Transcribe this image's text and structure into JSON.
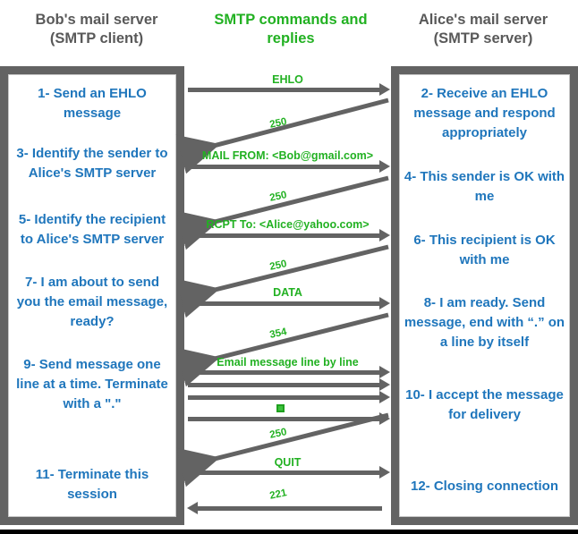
{
  "headers": {
    "left": "Bob's mail server\n(SMTP client)",
    "left_line1": "Bob's mail server",
    "left_line2": "(SMTP client)",
    "middle_line1": "SMTP commands and",
    "middle_line2": "replies",
    "right_line1": "Alice's mail server",
    "right_line2": "(SMTP server)"
  },
  "colors": {
    "green": "#22b122",
    "blue": "#1f76bc",
    "gray": "#636363",
    "header_gray": "#595959"
  },
  "left_steps": [
    {
      "id": "step-1",
      "text": "1- Send an EHLO message"
    },
    {
      "id": "step-3",
      "text": "3- Identify the sender to Alice's SMTP server"
    },
    {
      "id": "step-5",
      "text": "5- Identify the recipient to Alice's SMTP server"
    },
    {
      "id": "step-7",
      "text": "7- I am about to send you the email message, ready?"
    },
    {
      "id": "step-9",
      "text": "9- Send message one line at a time. Terminate with a \".\""
    },
    {
      "id": "step-11",
      "text": "11- Terminate this session"
    }
  ],
  "right_steps": [
    {
      "id": "step-2",
      "text": "2- Receive an EHLO message and respond appropriately"
    },
    {
      "id": "step-4",
      "text": "4- This sender is OK with me"
    },
    {
      "id": "step-6",
      "text": "6- This recipient is OK with me"
    },
    {
      "id": "step-8",
      "text": "8-  I am ready. Send message, end with “.” on a line by itself"
    },
    {
      "id": "step-10",
      "text": "10-  I accept the message for delivery"
    },
    {
      "id": "step-12",
      "text": "12-  Closing connection"
    }
  ],
  "messages": [
    {
      "id": "msg-ehlo",
      "label": "EHLO",
      "direction": "client-to-server"
    },
    {
      "id": "reply-250-a",
      "label": "250",
      "direction": "server-to-client"
    },
    {
      "id": "msg-mail-from",
      "label": "MAIL FROM: <Bob@gmail.com>",
      "direction": "client-to-server"
    },
    {
      "id": "reply-250-b",
      "label": "250",
      "direction": "server-to-client"
    },
    {
      "id": "msg-rcpt-to",
      "label": "RCPT To: <Alice@yahoo.com>",
      "direction": "client-to-server"
    },
    {
      "id": "reply-250-c",
      "label": "250",
      "direction": "server-to-client"
    },
    {
      "id": "msg-data",
      "label": "DATA",
      "direction": "client-to-server"
    },
    {
      "id": "reply-354",
      "label": "354",
      "direction": "server-to-client"
    },
    {
      "id": "msg-email-lines",
      "label": "Email message line by line",
      "direction": "client-to-server"
    },
    {
      "id": "reply-250-d",
      "label": "250",
      "direction": "server-to-client"
    },
    {
      "id": "msg-quit",
      "label": "QUIT",
      "direction": "client-to-server"
    },
    {
      "id": "reply-221",
      "label": "221",
      "direction": "server-to-client"
    }
  ]
}
